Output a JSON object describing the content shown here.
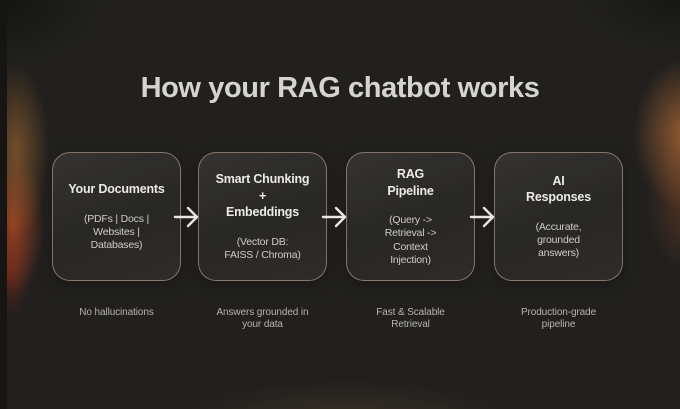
{
  "title": "How your RAG chatbot works",
  "steps": [
    {
      "heading": "Your Documents",
      "detail": "(PDFs | Docs |\nWebsites |\nDatabases)",
      "caption": "No hallucinations"
    },
    {
      "heading": "Smart Chunking\n+\nEmbeddings",
      "detail": "(Vector DB:\nFAISS / Chroma)",
      "caption": "Answers grounded in\nyour data"
    },
    {
      "heading": "RAG\nPipeline",
      "detail": "(Query ->\nRetrieval ->\nContext\nInjection)",
      "caption": "Fast & Scalable\nRetrieval"
    },
    {
      "heading": "AI\nResponses",
      "detail": "(Accurate,\ngrounded\nanswers)",
      "caption": "Production-grade\npipeline"
    }
  ],
  "icons": {
    "flow_arrow": "arrow-right"
  },
  "colors": {
    "background": "#21201e",
    "card_border": "#d8baa6",
    "title_text": "#d6d4d2",
    "heading_text": "#eceae8",
    "detail_text": "#cfccc9",
    "caption_text": "#b6b3b0",
    "arrow": "#e9e7e5",
    "glow_left": "#cd4a22",
    "glow_right": "#d87c3e",
    "glow_bottom": "#765837"
  }
}
